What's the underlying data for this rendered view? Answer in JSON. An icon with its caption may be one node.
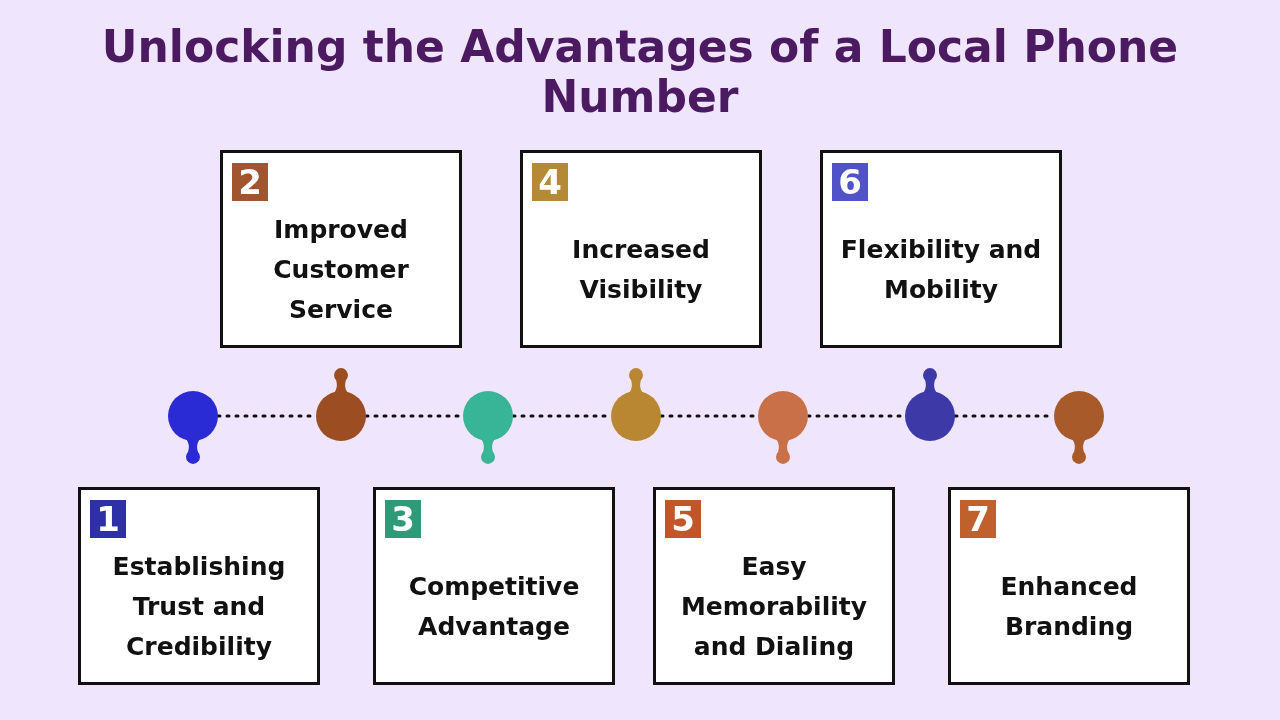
{
  "diagram": {
    "title": "Unlocking the Advantages of a Local Phone Number",
    "nodes": [
      {
        "text": [
          "1",
          "Establishing Trust and Credibility"
        ]
      },
      {
        "text": [
          "2",
          "Improved Customer Service"
        ]
      },
      {
        "text": [
          "3",
          "Competitive Advantage"
        ]
      },
      {
        "text": [
          "4",
          "Increased Visibility"
        ]
      },
      {
        "text": [
          "5",
          "Easy Memorability and Dialing"
        ]
      },
      {
        "text": [
          "6",
          "Flexibility and Mobility"
        ]
      },
      {
        "text": [
          "7",
          "Enhanced Branding"
        ]
      },
      {
        "text": [],
        "shape": "circle"
      },
      {
        "text": [],
        "shape": "circle"
      },
      {
        "text": [],
        "shape": "circle"
      },
      {
        "text": [],
        "shape": "circle"
      },
      {
        "text": [],
        "shape": "circle"
      },
      {
        "text": [],
        "shape": "circle"
      },
      {
        "text": [],
        "shape": "circle"
      }
    ],
    "edges": [
      {
        "from": 7,
        "to": 8,
        "arrow": "none",
        "style": "dashed"
      },
      {
        "from": 8,
        "to": 9,
        "arrow": "none",
        "style": "dashed"
      },
      {
        "from": 9,
        "to": 10,
        "arrow": "none",
        "style": "dashed"
      },
      {
        "from": 10,
        "to": 11,
        "arrow": "none",
        "style": "dashed"
      },
      {
        "from": 11,
        "to": 12,
        "arrow": "none",
        "style": "dashed"
      },
      {
        "from": 12,
        "to": 13,
        "arrow": "none",
        "style": "dashed"
      }
    ]
  }
}
